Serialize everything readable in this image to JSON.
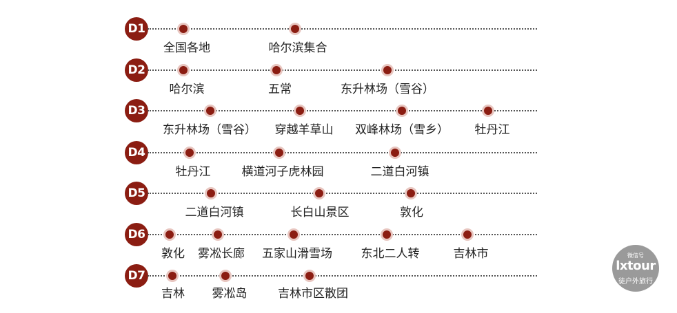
{
  "days": [
    {
      "day": "D1",
      "stops": [
        "全国各地",
        "哈尔滨集合"
      ]
    },
    {
      "day": "D2",
      "stops": [
        "哈尔滨",
        "五常",
        "东升林场（雪谷）"
      ]
    },
    {
      "day": "D3",
      "stops": [
        "东升林场（雪谷）",
        "穿越羊草山",
        "双峰林场（雪乡）",
        "牡丹江"
      ]
    },
    {
      "day": "D4",
      "stops": [
        "牡丹江",
        "横道河子虎林园",
        "二道白河镇"
      ]
    },
    {
      "day": "D5",
      "stops": [
        "二道白河镇",
        "长白山景区",
        "敦化"
      ]
    },
    {
      "day": "D6",
      "stops": [
        "敦化",
        "雾凇长廊",
        "五家山滑雪场",
        "东北二人转",
        "吉林市"
      ]
    },
    {
      "day": "D7",
      "stops": [
        "吉林",
        "雾凇岛",
        "吉林市区散团"
      ]
    }
  ],
  "watermark": {
    "top": "微信号",
    "middle": "lxtour",
    "bottom": "徒户外旅行"
  },
  "colors": {
    "accent": "#8b1d12",
    "halo": "#e8c6c0",
    "text": "#222222"
  }
}
